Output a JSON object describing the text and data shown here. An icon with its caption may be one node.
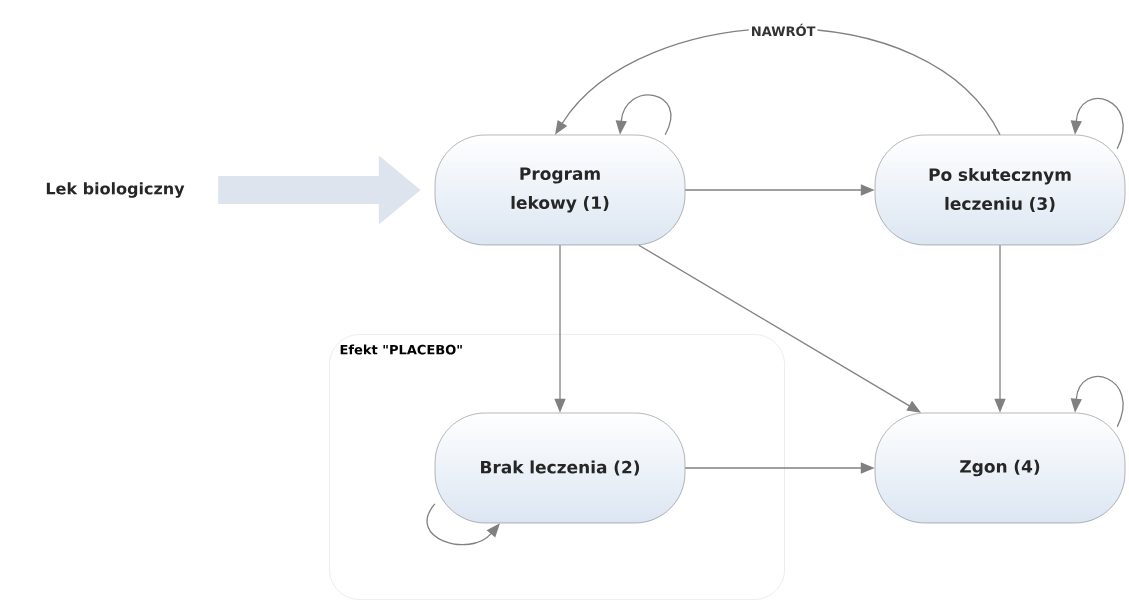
{
  "diagram": {
    "nodes": [
      {
        "text": [
          "Lek biologiczny"
        ]
      },
      {
        "text": [
          "Program lekowy (1)"
        ]
      },
      {
        "text": [
          "Po skutecznym leczeniu (3)"
        ]
      },
      {
        "text": [
          "Efekt  \"PLACEBO\""
        ]
      },
      {
        "text": [
          "Brak leczenia (2)"
        ],
        "in": 3
      },
      {
        "text": [
          "Zgon (4)"
        ]
      }
    ],
    "edges": [
      {
        "from": 0,
        "to": 1,
        "arrow": "to",
        "style": "thick",
        "color": "#dde4ee"
      },
      {
        "from": 1,
        "to": 1,
        "arrow": "to"
      },
      {
        "from": 2,
        "to": 1,
        "arrow": "to",
        "label": "NAWRÓT"
      },
      {
        "from": 2,
        "to": 2,
        "arrow": "to"
      },
      {
        "from": 1,
        "to": 2,
        "arrow": "to"
      },
      {
        "from": 1,
        "to": 4,
        "arrow": "to"
      },
      {
        "from": 1,
        "to": 5,
        "arrow": "to"
      },
      {
        "from": 2,
        "to": 5,
        "arrow": "to"
      },
      {
        "from": 4,
        "to": 5,
        "arrow": "to"
      },
      {
        "from": 4,
        "to": 4,
        "arrow": "to"
      },
      {
        "from": 5,
        "to": 5,
        "arrow": "to"
      }
    ]
  }
}
